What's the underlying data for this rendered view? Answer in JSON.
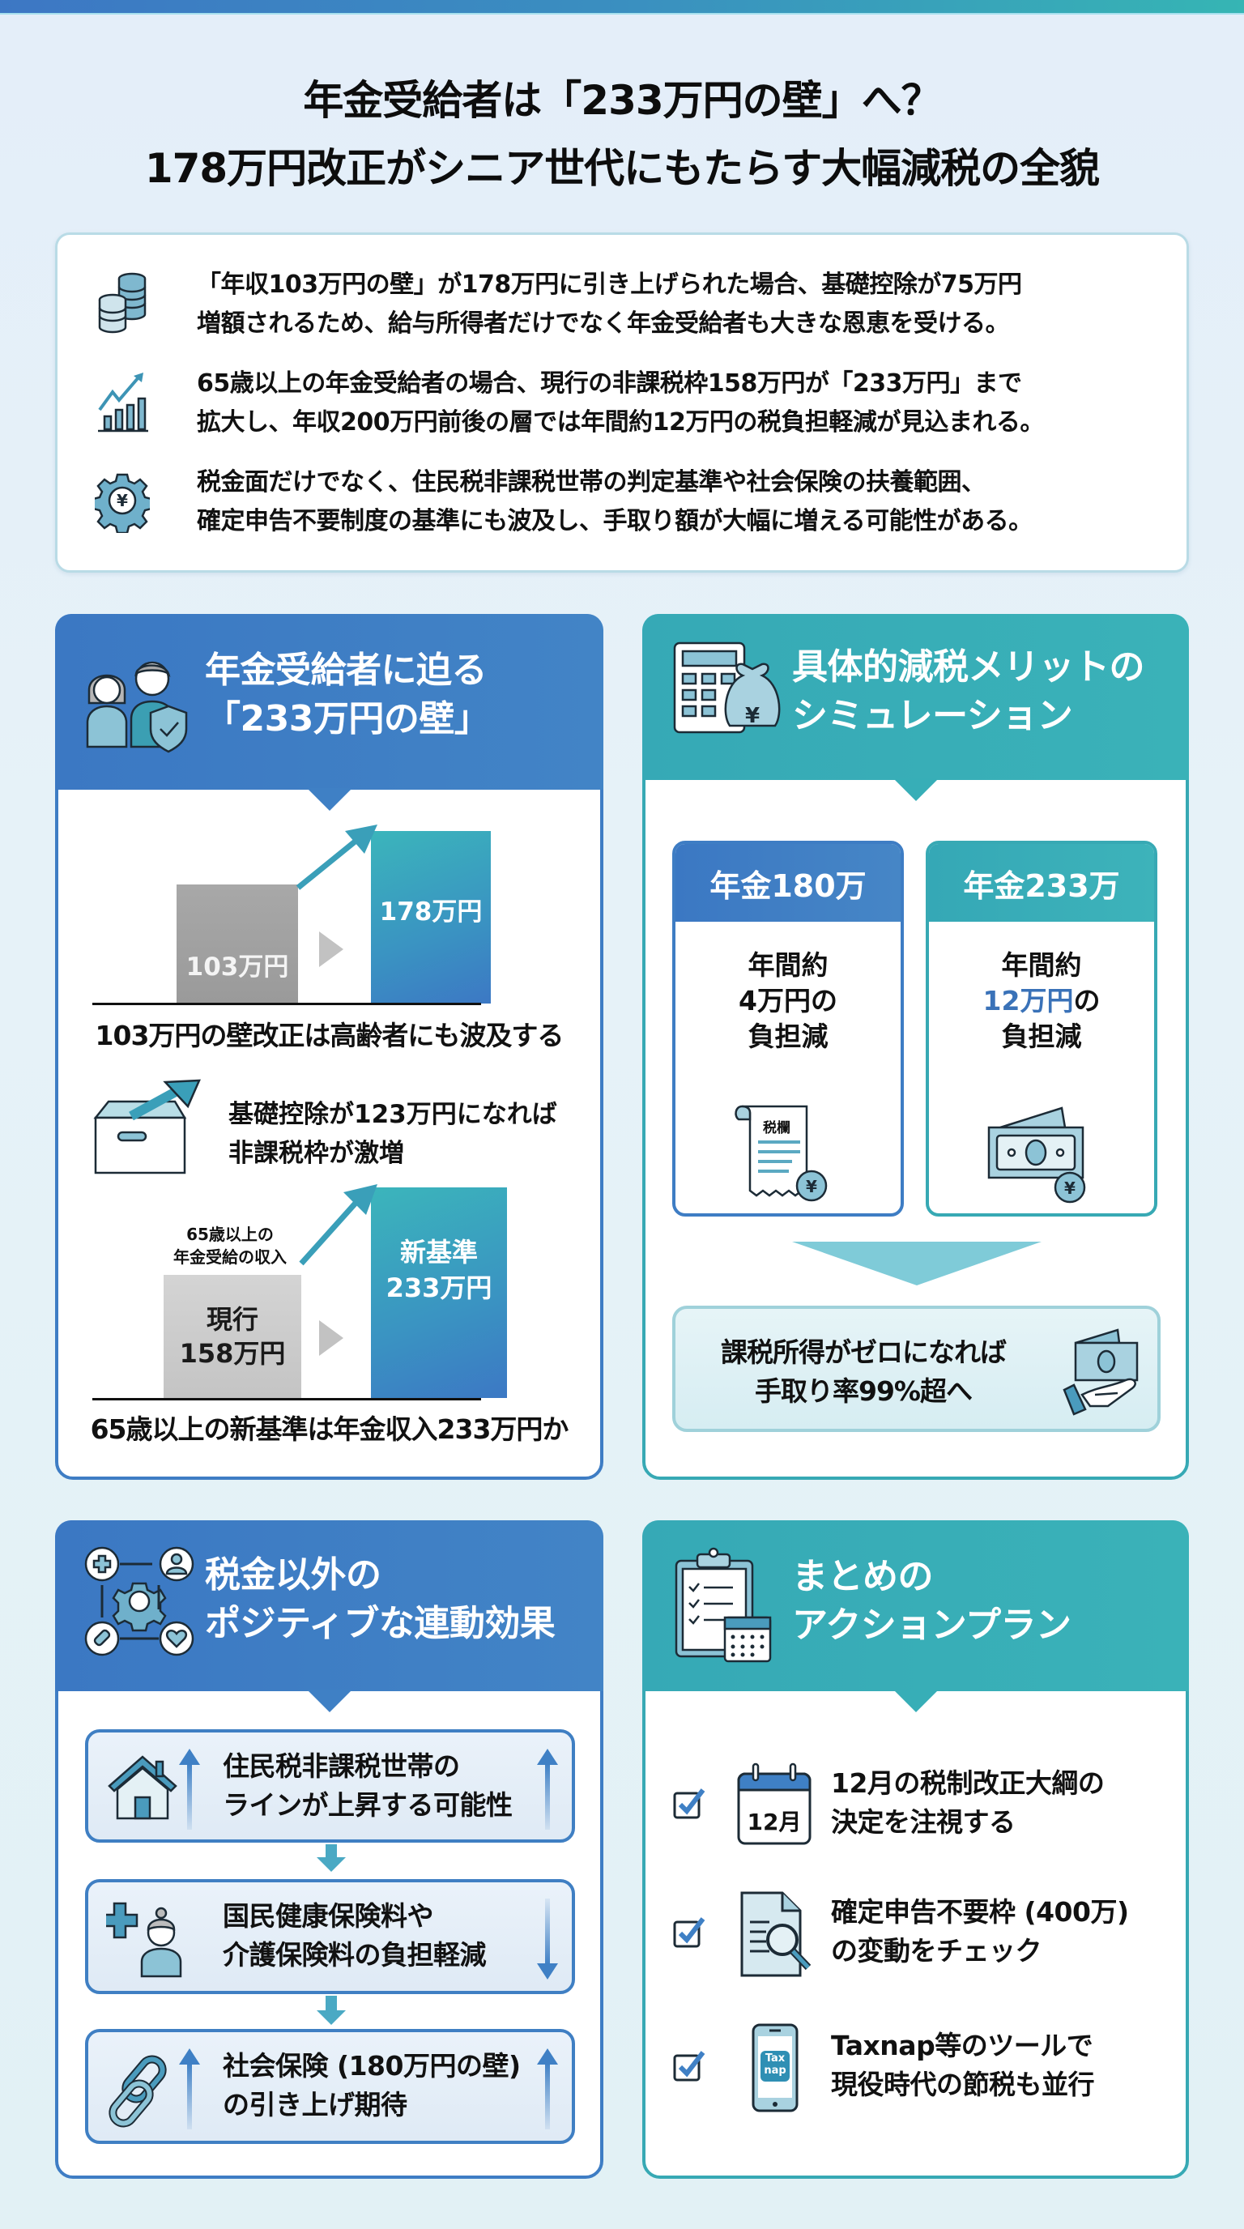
{
  "theme": {
    "blue": "#3e7dc4",
    "teal": "#37a9b4",
    "highlight": "#3a72b8",
    "background": "#e4eef9"
  },
  "title": {
    "line1": "年金受給者は「233万円の壁」へ？",
    "line2": "178万円改正がシニア世代にもたらす大幅減税の全貌"
  },
  "summary": {
    "items": [
      {
        "icon": "coin-stack-icon",
        "line1": "「年収103万円の壁」が178万円に引き上げられた場合、基礎控除が75万円",
        "line2": "増額されるため、給与所得者だけでなく年金受給者も大きな恩恵を受ける。"
      },
      {
        "icon": "growth-chart-icon",
        "line1": "65歳以上の年金受給者の場合、現行の非課税枠158万円が「233万円」まで",
        "line2": "拡大し、年収200万円前後の層では年間約12万円の税負担軽減が見込まれる。"
      },
      {
        "icon": "yen-gear-icon",
        "line1": "税金面だけでなく、住民税非課税世帯の判定基準や社会保険の扶養範囲、",
        "line2": "確定申告不要制度の基準にも波及し、手取り額が大幅に増える可能性がある。"
      }
    ]
  },
  "panel_wall": {
    "title_line1": "年金受給者に迫る",
    "title_line2": "「233万円の壁」",
    "chart1": {
      "old_label": "103万円",
      "new_label": "178万円",
      "caption": "103万円の壁改正は高齢者にも波及する"
    },
    "deduction": {
      "line1": "基礎控除が123万円になれば",
      "line2": "非課税枠が激増"
    },
    "chart2": {
      "note_line1": "65歳以上の",
      "note_line2": "年金受給の収入",
      "old_line1": "現行",
      "old_line2": "158万円",
      "new_line1": "新基準",
      "new_line2": "233万円",
      "caption": "65歳以上の新基準は年金収入233万円か"
    }
  },
  "panel_sim": {
    "title_line1": "具体的減税メリットの",
    "title_line2": "シミュレーション",
    "cards": [
      {
        "head": "年金180万",
        "line1": "年間約",
        "amount": "4万円",
        "suffix": "の",
        "line3": "負担減",
        "icon_label": "税欄"
      },
      {
        "head": "年金233万",
        "line1": "年間約",
        "amount": "12万円",
        "suffix": "の",
        "line3": "負担減"
      }
    ],
    "result": {
      "line1": "課税所得がゼロになれば",
      "line2": "手取り率99%超へ"
    }
  },
  "panel_linkage": {
    "title_line1": "税金以外の",
    "title_line2": "ポジティブな連動効果",
    "items": [
      {
        "line1": "住民税非課税世帯の",
        "line2": "ラインが上昇する可能性",
        "direction": "up"
      },
      {
        "line1": "国民健康保険料や",
        "line2": "介護保険料の負担軽減",
        "direction": "down"
      },
      {
        "line1": "社会保険 (180万円の壁)",
        "line2": "の引き上げ期待",
        "direction": "up"
      }
    ]
  },
  "panel_action": {
    "title_line1": "まとめの",
    "title_line2": "アクションプラン",
    "items": [
      {
        "line1": "12月の税制改正大綱の",
        "line2": "決定を注視する",
        "icon_label": "12月",
        "checked": true
      },
      {
        "line1": "確定申告不要枠 (400万)",
        "line2": "の変動をチェック",
        "checked": true
      },
      {
        "line1": "Taxnap等のツールで",
        "line2": "現役時代の節税も並行",
        "icon_label_1": "Tax",
        "icon_label_2": "nap",
        "checked": true
      }
    ]
  }
}
